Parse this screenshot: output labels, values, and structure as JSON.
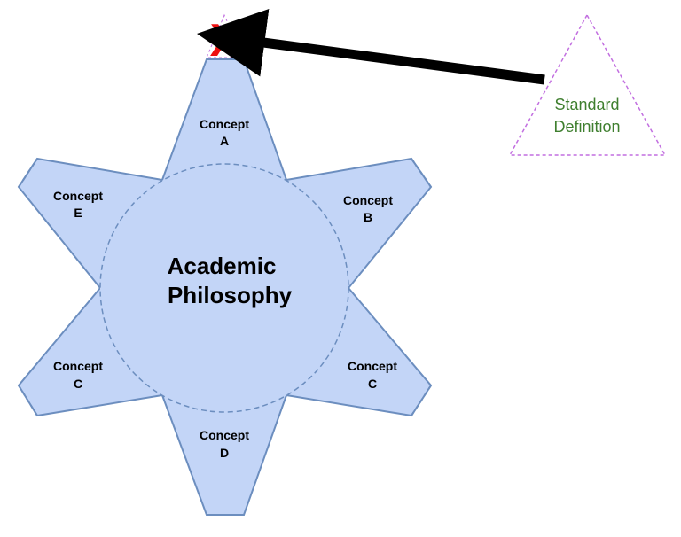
{
  "diagram": {
    "center": {
      "line1": "Academic",
      "line2": "Philosophy"
    },
    "concepts": {
      "top": {
        "line1": "Concept",
        "line2": "A"
      },
      "upper_right": {
        "line1": "Concept",
        "line2": "B"
      },
      "lower_right": {
        "line1": "Concept",
        "line2": "C"
      },
      "bottom": {
        "line1": "Concept",
        "line2": "D"
      },
      "lower_left": {
        "line1": "Concept",
        "line2": "C"
      },
      "upper_left": {
        "line1": "Concept",
        "line2": "E"
      }
    },
    "standard_definition": {
      "line1": "Standard",
      "line2": "Definition"
    },
    "rejection_mark": "X",
    "colors": {
      "star_fill": "#c3d5f7",
      "star_stroke": "#6c8ebf",
      "triangle_stroke": "#c26fe0",
      "label_green": "#3f7f2f",
      "x_red": "#ee1111",
      "arrow": "#000000"
    }
  }
}
